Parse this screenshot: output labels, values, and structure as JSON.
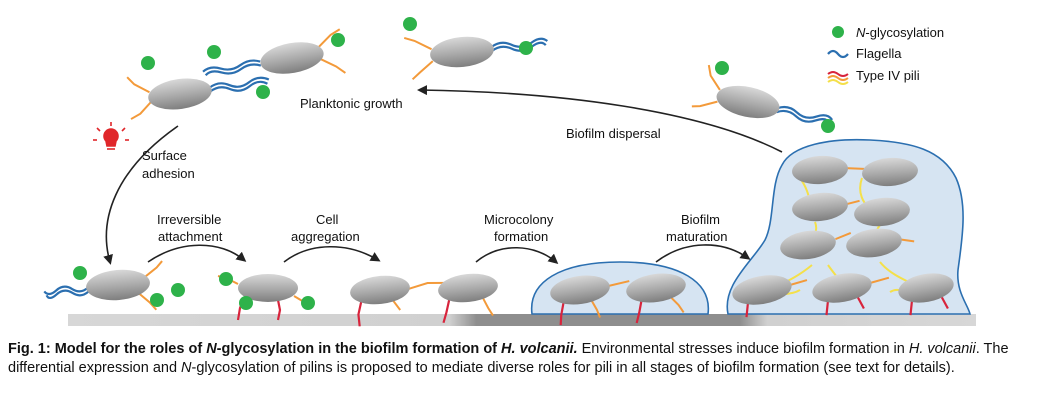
{
  "legend": {
    "glyco": "N-glycosylation",
    "flagella": "Flagella",
    "pili": "Type IV pili"
  },
  "labels": {
    "planktonic": "Planktonic growth",
    "dispersal": "Biofilm dispersal",
    "surface1": "Surface",
    "surface2": "adhesion",
    "irrev1": "Irreversible",
    "irrev2": "attachment",
    "cell1": "Cell",
    "cell2": "aggregation",
    "micro1": "Microcolony",
    "micro2": "formation",
    "matur1": "Biofilm",
    "matur2": "maturation"
  },
  "caption": {
    "fig": "Fig. 1:",
    "title_a": " Model for the roles of ",
    "title_n": "N",
    "title_b": "-glycosylation in the biofilm formation of ",
    "title_sp": "H. volcanii.",
    "t1": " Environmental stresses induce biofilm formation in ",
    "t1_sp": "H. volcanii",
    "t2": ". The differential expression and ",
    "t2_n": "N",
    "t3": "-glycosylation of pilins is proposed to mediate diverse roles for pili in all stages of biofilm formation (see text for details)."
  },
  "colors": {
    "glyco": "#2eb24a",
    "flagella": "#2b6fb0",
    "pili_red": "#d8243c",
    "pili_orange": "#f39a3a",
    "pili_yellow": "#f4e04a",
    "cell": "#a9a9a9",
    "biofilm": "#d6e4f2",
    "stress": "#e0262a"
  }
}
